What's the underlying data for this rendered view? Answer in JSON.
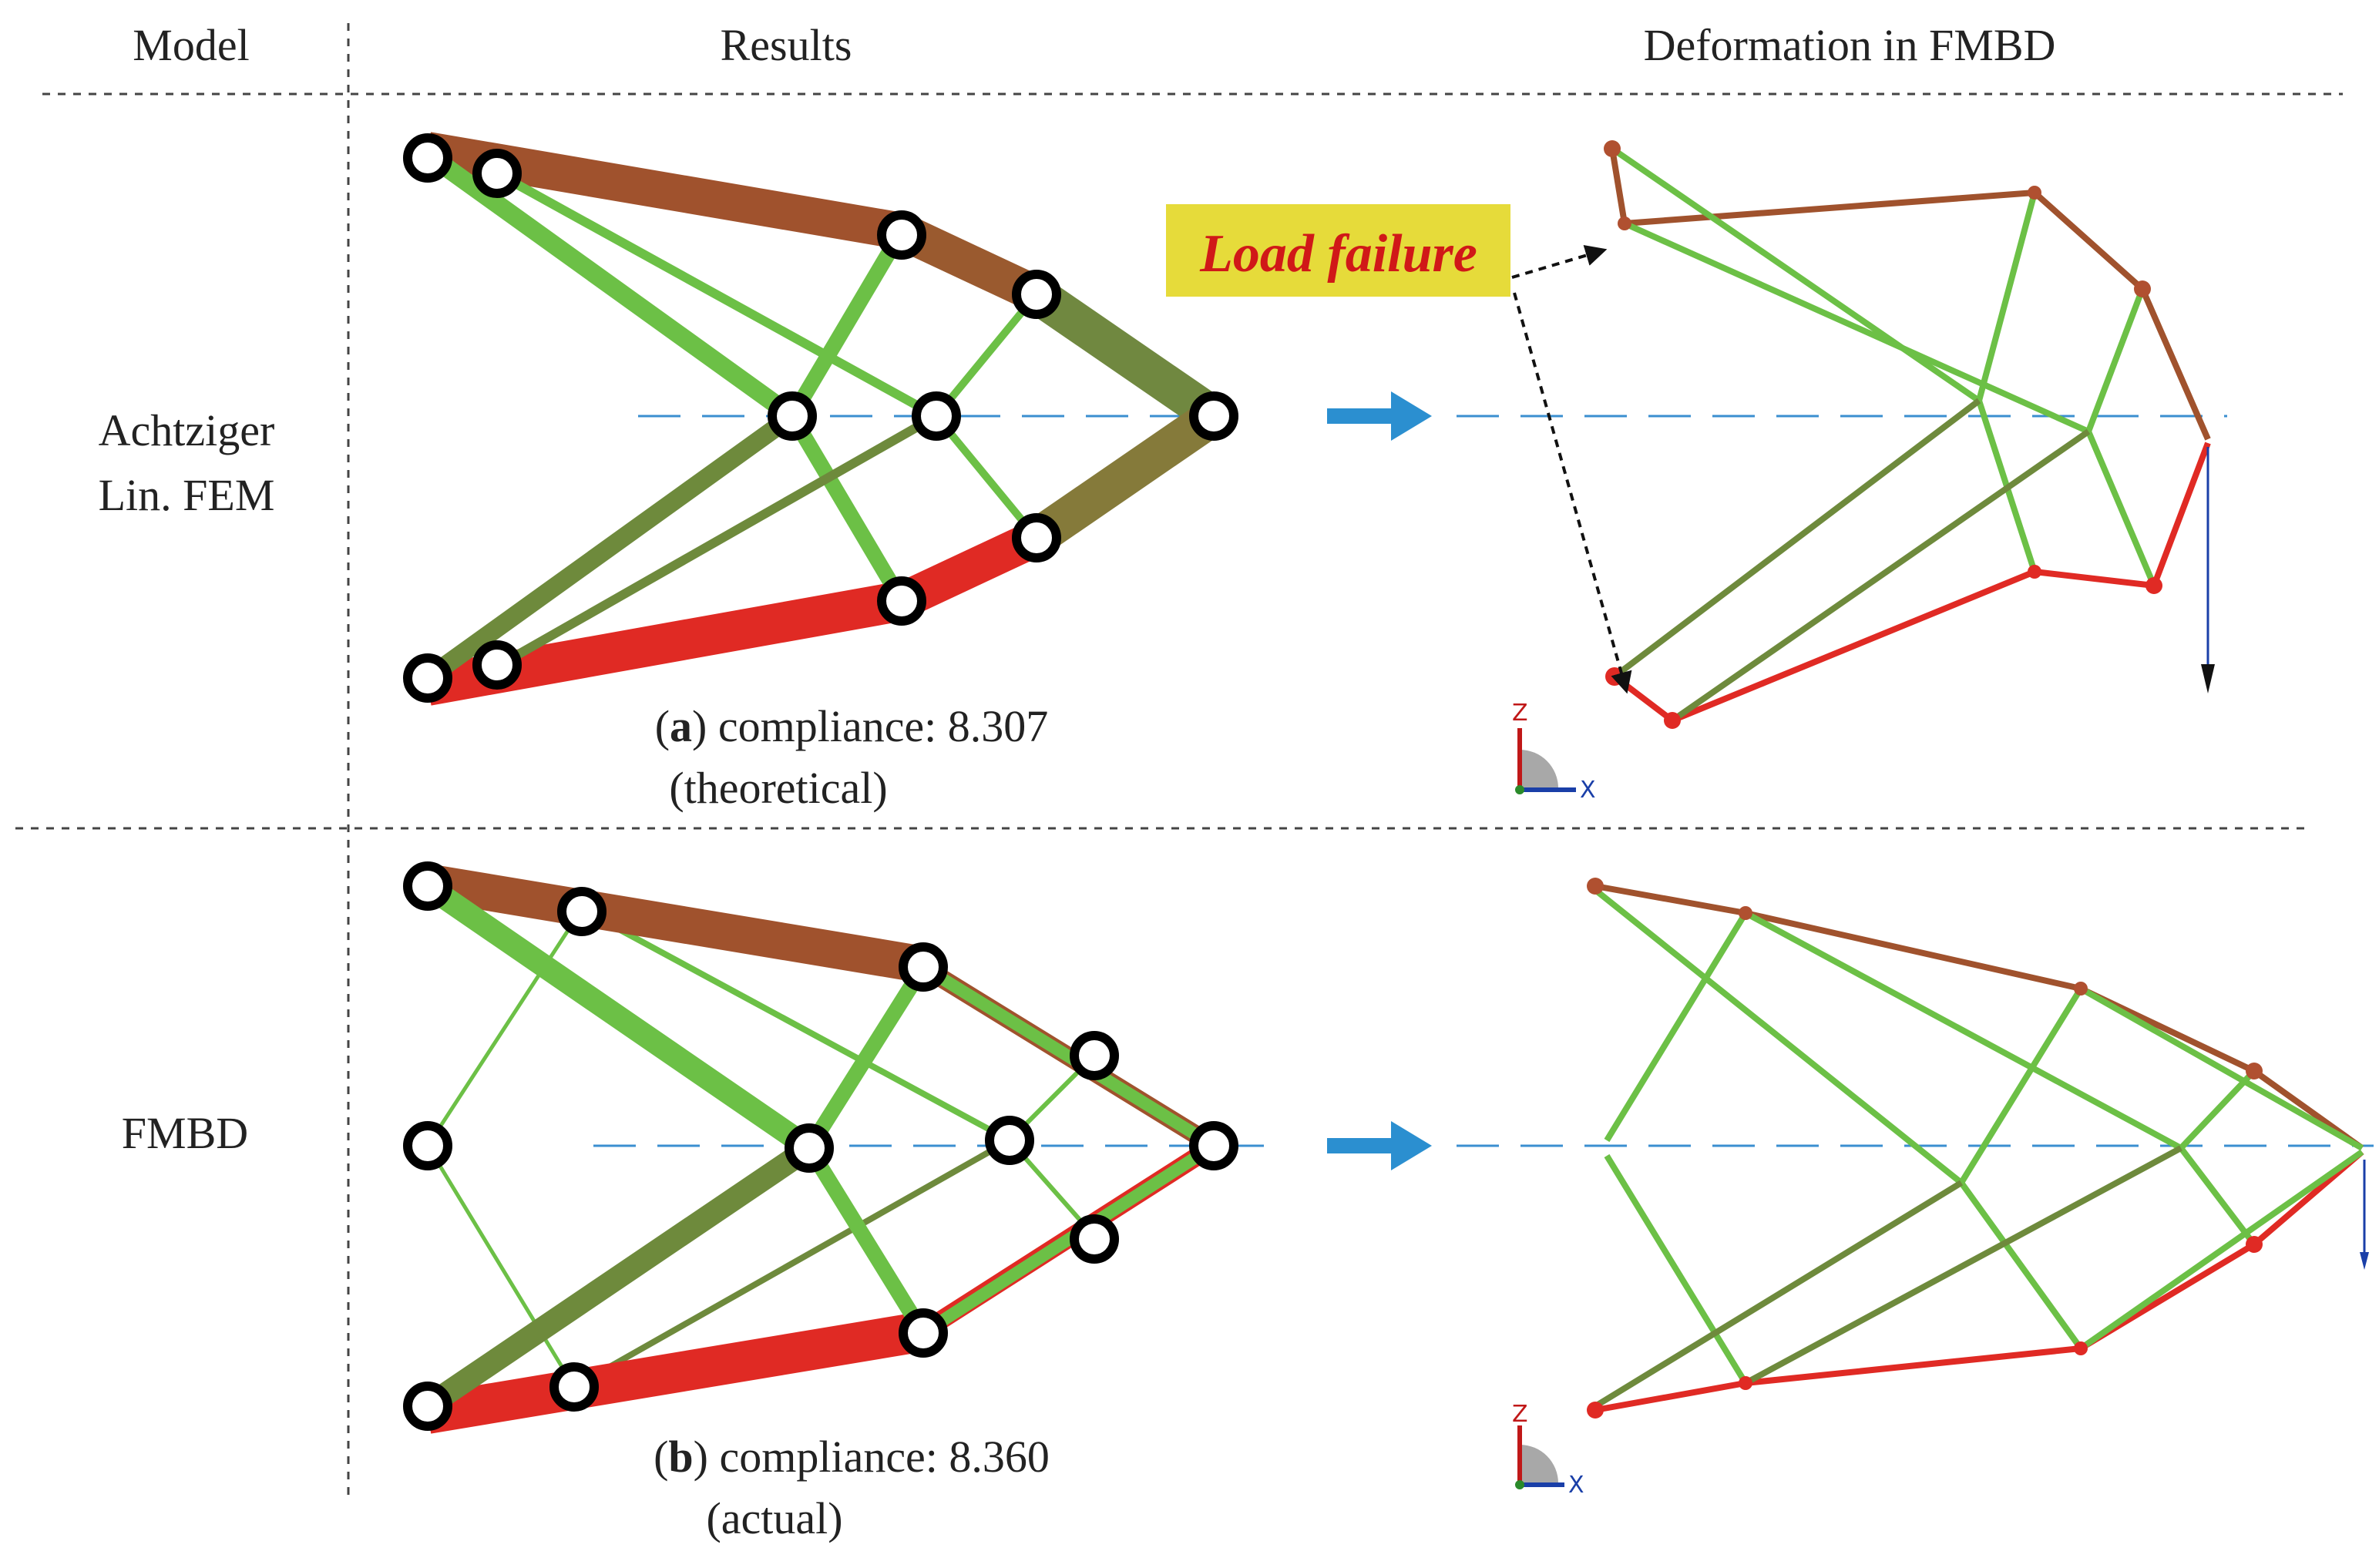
{
  "headers": {
    "model": "Model",
    "results": "Results",
    "deformation": "Deformation in FMBD"
  },
  "rows": [
    {
      "model_line1": "Achtziger",
      "model_line2": "Lin. FEM",
      "caption_tag": "a",
      "caption_text": "compliance: 8.307",
      "caption_sub": "(theoretical)",
      "annotation": "Load failure"
    },
    {
      "model_line1": "FMBD",
      "caption_tag": "b",
      "caption_text": "compliance: 8.360",
      "caption_sub": "(actual)"
    }
  ],
  "axes_triad": {
    "z_label": "Z",
    "x_label": "X"
  },
  "colors": {
    "tension": "#e02a24",
    "compression": "#a0522d",
    "mixed": "#6e8a3c",
    "bar_green": "#6cc046",
    "axis_line": "#3b8fd0",
    "arrow": "#2b8fd0",
    "annotation_bg": "#e6db3a"
  }
}
